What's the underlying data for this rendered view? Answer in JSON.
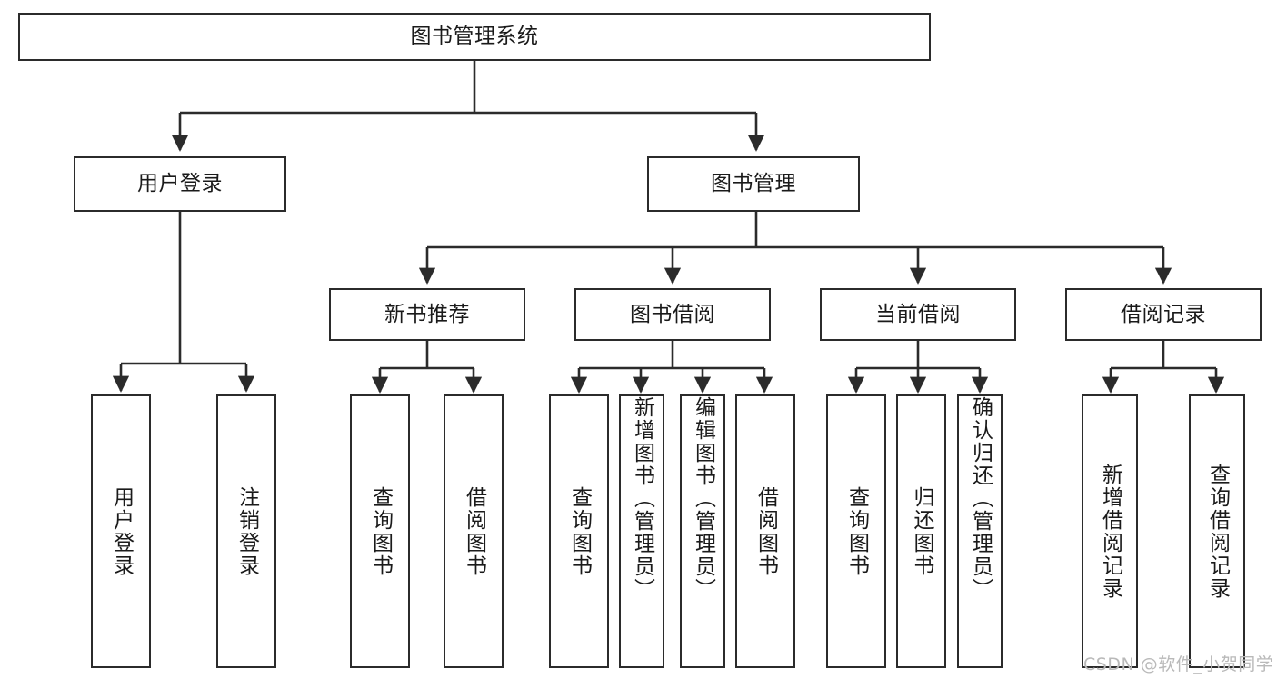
{
  "diagram": {
    "title": "图书管理系统",
    "type": "tree-hierarchy-chart",
    "watermark": "CSDN @软件_小贺同学",
    "colors": {
      "border": "#2b2b2b",
      "background": "#ffffff",
      "text": "#1a1a1a",
      "edge": "#2b2b2b",
      "watermark": "#b9b9b9"
    },
    "nodes": {
      "root": {
        "label": "图书管理系统"
      },
      "level2": [
        {
          "id": "user-login",
          "label": "用户登录"
        },
        {
          "id": "book-manage",
          "label": "图书管理"
        }
      ],
      "level3": [
        {
          "id": "new-book-rec",
          "label": "新书推荐"
        },
        {
          "id": "book-borrow",
          "label": "图书借阅"
        },
        {
          "id": "current-borrow",
          "label": "当前借阅"
        },
        {
          "id": "borrow-record",
          "label": "借阅记录"
        }
      ],
      "leaves": {
        "user-login": [
          {
            "id": "leaf-user-login",
            "label": "用户登录"
          },
          {
            "id": "leaf-logout-login",
            "label": "注销登录"
          }
        ],
        "new-book-rec": [
          {
            "id": "leaf-query-book-1",
            "label": "查询图书"
          },
          {
            "id": "leaf-borrow-book-1",
            "label": "借阅图书"
          }
        ],
        "book-borrow": [
          {
            "id": "leaf-query-book-2",
            "label": "查询图书"
          },
          {
            "id": "leaf-add-book",
            "label": "新增图书（管理员）"
          },
          {
            "id": "leaf-edit-book",
            "label": "编辑图书（管理员）"
          },
          {
            "id": "leaf-borrow-book-2",
            "label": "借阅图书"
          }
        ],
        "current-borrow": [
          {
            "id": "leaf-query-book-3",
            "label": "查询图书"
          },
          {
            "id": "leaf-return-book",
            "label": "归还图书"
          },
          {
            "id": "leaf-confirm-return",
            "label": "确认归还（管理员）"
          }
        ],
        "borrow-record": [
          {
            "id": "leaf-add-record",
            "label": "新增借阅记录"
          },
          {
            "id": "leaf-query-record",
            "label": "查询借阅记录"
          }
        ]
      }
    }
  }
}
